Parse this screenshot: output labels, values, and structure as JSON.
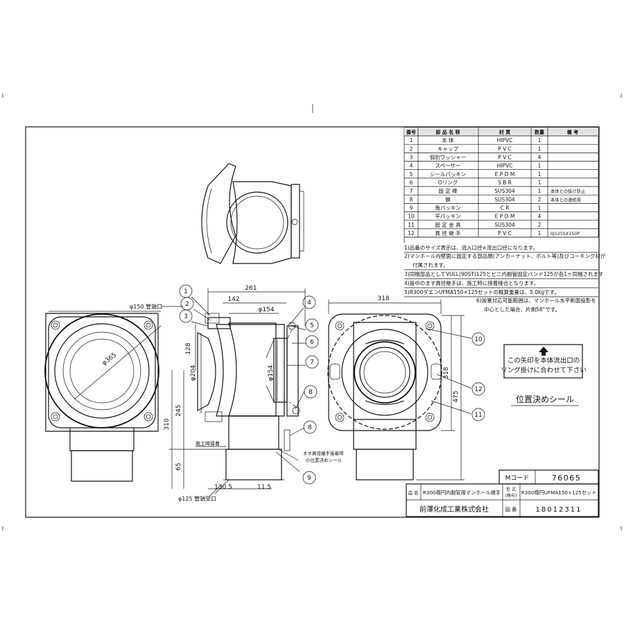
{
  "parts_table": {
    "headers": [
      "番号",
      "部 品 名 称",
      "材 質",
      "数量",
      "備 考"
    ],
    "rows": [
      [
        "1",
        "本 体",
        "HIPVC",
        "1",
        ""
      ],
      [
        "2",
        "キャップ",
        "P V C",
        "1",
        ""
      ],
      [
        "3",
        "個別ワッシャー",
        "P V C",
        "4",
        ""
      ],
      [
        "4",
        "スペーサー",
        "HIPVC",
        "1",
        ""
      ],
      [
        "5",
        "シールパッキン",
        "E P D M",
        "1",
        ""
      ],
      [
        "6",
        "Oリング",
        "S B R",
        "1",
        ""
      ],
      [
        "7",
        "固 定 棒",
        "SUS304",
        "1",
        "本体との抜け防止"
      ],
      [
        "8",
        "鎖",
        "SUS304",
        "2",
        "本体との連結用"
      ],
      [
        "9",
        "角パッキン",
        "C R",
        "1",
        ""
      ],
      [
        "10",
        "平パッキン",
        "E P D M",
        "4",
        ""
      ],
      [
        "11",
        "固 定 金 具",
        "SUS304",
        "2",
        ""
      ],
      [
        "12",
        "異 径 継 手",
        "P V C",
        "1",
        "0J125SX150P"
      ]
    ]
  },
  "notes": [
    "1)品番のサイズ表示は、流入口径×流出口径になります。",
    "2)マンホール内壁面に固定する部品類(アンカーナット、ボルト等)及びコーキング材が",
    "付属されます。",
    "3)同梱部品としてVULL(90ST)125とビニ内副管固定バンド125が各1ヶ同梱されます",
    "4)設中のます異径継手は、施工時に接着接合となります。",
    "5)R300ダエンUFMA150×125セットの概算重量は、5.0kgです。",
    "6)設置対応可能範囲は、マンホール水平断面投影を",
    "中心とした場合、片側58°です。"
  ],
  "dimensions": {
    "front_width": "261",
    "inner_width": "142",
    "outlet_dia": "φ154",
    "outlet_dia_vertical": "φ154",
    "inlet_dia": "φ204",
    "h_128": "128",
    "h_310": "310",
    "h_245": "245",
    "h_65": "65",
    "b_1305": "130.5",
    "b_115": "11.5",
    "side_width": "318",
    "side_h_318": "318",
    "side_h_475": "475",
    "cap_dia": "φ365"
  },
  "labels": {
    "top_pipe": "φ150 管端口",
    "bottom_pipe": "φ125 管端受口",
    "construction": "施工時接着",
    "joint_note_1": "ます異径継手接着時",
    "joint_note_2": "の位置決めシール"
  },
  "callouts": [
    "1",
    "2",
    "3",
    "4",
    "5",
    "6",
    "7",
    "8",
    "8",
    "9",
    "10",
    "11",
    "12"
  ],
  "sticker": {
    "line1": "この矢印を本体流出口の",
    "line2": "リング掛けに合わせて下さい",
    "caption": "位置決めシール"
  },
  "title_block": {
    "mcode_label": "Mコード",
    "mcode": "76065",
    "name_label": "品 名",
    "product_name": "R300楕円内副管用マンホール継手",
    "model_label_1": "型 式",
    "model_label_2": "(略号)",
    "model": "R300楕円UFMA150×125セット",
    "company": "前澤化成工業株式会社",
    "drawing_label": "図 番",
    "drawing_no": "18012311"
  }
}
